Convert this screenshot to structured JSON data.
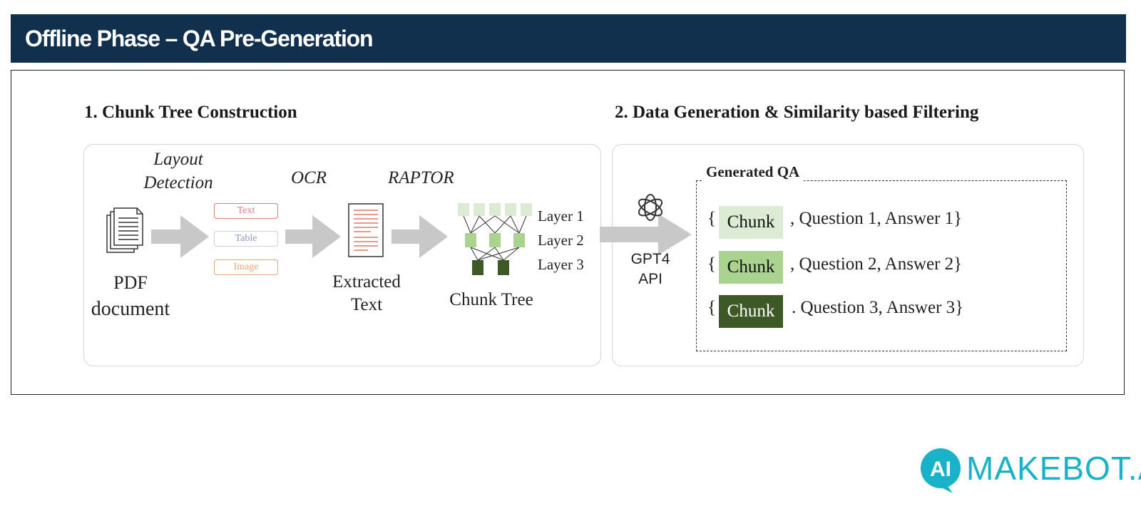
{
  "header": {
    "title": "Offline Phase – QA Pre-Generation"
  },
  "diagram": {
    "section1": {
      "title": "1. Chunk Tree Construction",
      "pdf_label_line1": "PDF",
      "pdf_label_line2": "document",
      "layout_label_line1": "Layout",
      "layout_label_line2": "Detection",
      "layout_tags": [
        "Text",
        "Table",
        "Image"
      ],
      "ocr_label": "OCR",
      "extracted_line1": "Extracted",
      "extracted_line2": "Text",
      "raptor_label": "RAPTOR",
      "chunk_tree_label": "Chunk Tree",
      "layers": [
        "Layer 1",
        "Layer 2",
        "Layer 3"
      ]
    },
    "section2": {
      "title": "2. Data Generation & Similarity based Filtering",
      "gpt_line1": "GPT4",
      "gpt_line2": "API",
      "generated_qa_label": "Generated QA",
      "qa_rows": [
        {
          "open": "{",
          "chunk": "Chunk",
          "rest": ",  Question 1,  Answer 1}"
        },
        {
          "open": "{",
          "chunk": "Chunk",
          "rest": ",  Question 2,  Answer 2}"
        },
        {
          "open": "{",
          "chunk": "Chunk",
          "rest": ".  Question 3,  Answer 3}"
        }
      ]
    }
  },
  "colors": {
    "header_bg": "#10304e",
    "chunk_light": "#dcebd4",
    "chunk_mid": "#a9d38f",
    "chunk_dark": "#3d5a26",
    "tag_text": "#e07b7b",
    "tag_table": "#9aa8c8",
    "tag_image": "#e8a57a",
    "brand": "#19b2c9"
  },
  "icons": [
    "document-stack-icon",
    "text-document-icon",
    "openai-logo-icon",
    "makebot-logo-icon"
  ],
  "logo": {
    "text": "MAKEBOT.AI",
    "badge": "AI"
  }
}
